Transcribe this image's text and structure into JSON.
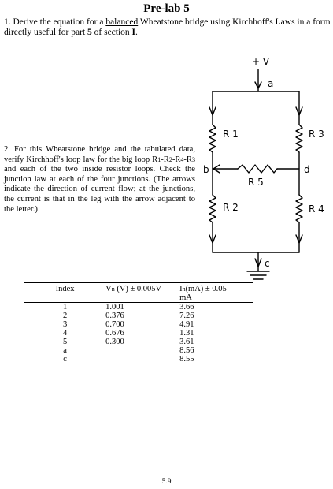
{
  "title": "Pre-lab 5",
  "q1": {
    "num": "1.",
    "text_a": "Derive the equation for a",
    "underlined": "balanced",
    "text_b": "Wheatstone bridge using Kirchhoff's Laws in a form directly useful for part",
    "part": "5",
    "text_c": "of section",
    "section": "I",
    "end": "."
  },
  "q2": {
    "text_a": "2. For this Wheatstone bridge and the tabulated data, verify Kirchhoff's loop law for the big loop R",
    "s1": "1",
    "d1": "-R",
    "s2": "2",
    "d2": "-R",
    "s4": "4",
    "d3": "-R",
    "s3": "3",
    "text_b": "and each of the two inside resistor loops. Check the junction law at each of the four junctions. (The arrows indicate the direction of current flow; at the junctions, the current is that in the leg with the arrow adjacent to the letter.)"
  },
  "circuit": {
    "supply": "+ V",
    "node_a": "a",
    "node_b": "b",
    "node_c": "c",
    "node_d": "d",
    "r1": "R 1",
    "r2": "R 2",
    "r3": "R 3",
    "r4": "R 4",
    "r5": "R 5"
  },
  "table": {
    "headers": {
      "index": "Index",
      "v_main": "V",
      "v_sub": "n",
      "v_rest": "(V) ± 0.005V",
      "i_main": "I",
      "i_sub": "n",
      "i_rest": "(mA) ± 0.05",
      "i_unit": "mA"
    },
    "rows": [
      {
        "index": "1",
        "v": "1.001",
        "i": "3.66"
      },
      {
        "index": "2",
        "v": "0.376",
        "i": "7.26"
      },
      {
        "index": "3",
        "v": "0.700",
        "i": "4.91"
      },
      {
        "index": "4",
        "v": "0.676",
        "i": "1.31"
      },
      {
        "index": "5",
        "v": "0.300",
        "i": "3.61"
      },
      {
        "index": "a",
        "v": "",
        "i": "8.56"
      },
      {
        "index": "c",
        "v": "",
        "i": "8.55"
      }
    ]
  },
  "page_number": "5.9"
}
